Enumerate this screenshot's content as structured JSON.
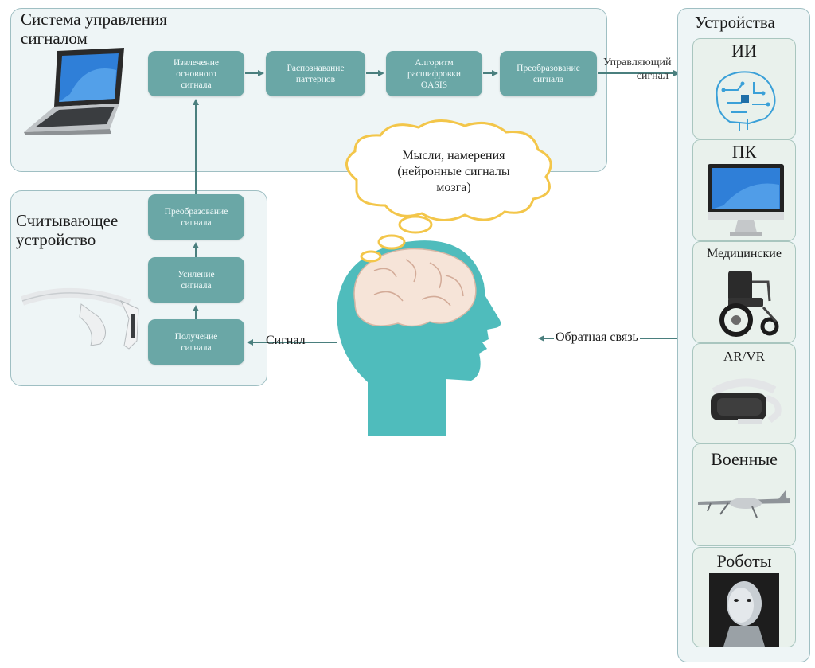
{
  "control_system": {
    "title": "Система управления\nсигналом",
    "blocks": [
      "Извлечение\nосновного\nсигнала",
      "Распознавание\nпаттернов",
      "Алгоритм\nрасшифровки\nOASIS",
      "Преобразование\nсигнала"
    ]
  },
  "reader": {
    "title": "Считывающее\nустройство",
    "blocks": [
      "Преобразование\nсигнала",
      "Усиление\nсигнала",
      "Получение\nсигнала"
    ]
  },
  "thought": "Мысли, намерения\n(нейронные сигналы\nмозга)",
  "arrows": {
    "control_signal": "Управляющий\nсигнал",
    "signal": "Сигнал",
    "feedback": "Обратная связь"
  },
  "devices": {
    "title": "Устройства",
    "items": [
      "ИИ",
      "ПК",
      "Медицинские",
      "AR/VR",
      "Военные",
      "Роботы"
    ]
  },
  "colors": {
    "block": "#6aa7a6",
    "head": "#4fbcbc",
    "brain": "#f6e4d8",
    "cloud_border": "#f3c64a",
    "arrow": "#4a7f7e"
  }
}
